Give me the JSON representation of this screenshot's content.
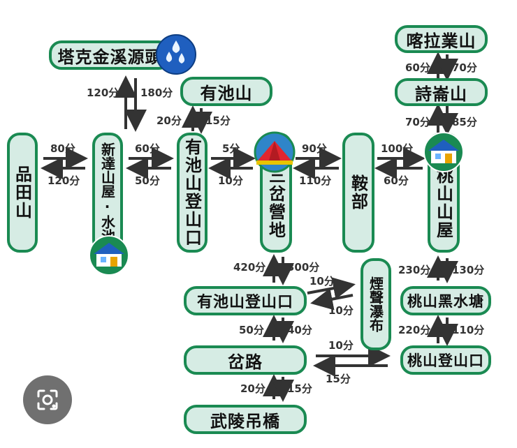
{
  "nodes": {
    "takejin": "塔克金溪源頭",
    "youchishan": "有池山",
    "kalayeshan": "喀拉業山",
    "shijianshan": "詩崙山",
    "pintianshan": "品田山",
    "xindahut": "新達山屋·水池",
    "youchitrailhead_v": "有池山登山口",
    "sanchayingdi": "三岔營地",
    "jiaobu": "鞍部",
    "taoshanhut": "桃山山屋",
    "youchitrailhead_h": "有池山登山口",
    "yansheng": "煙聲瀑布",
    "taoshanheishuitang": "桃山黑水塘",
    "chalu": "岔路",
    "taoshantrailhead": "桃山登山口",
    "wulingbridge": "武陵吊橋"
  },
  "times": {
    "takejin_up": "120分",
    "takejin_down": "180分",
    "pintian_top": "80分",
    "pintian_bottom": "120分",
    "xinda_top": "60分",
    "xinda_bottom": "50分",
    "youchi_up": "20分",
    "youchi_down": "15分",
    "sancha_top": "5分",
    "sancha_bottom": "10分",
    "jiaobu_top": "90分",
    "jiaobu_bottom": "110分",
    "taoshan_top": "100分",
    "taoshan_bottom": "60分",
    "kala_left": "60分",
    "kala_right": "70分",
    "shijian_left": "70分",
    "shijian_right": "85分",
    "sancha_down_left": "420分",
    "sancha_down_right": "300分",
    "yansheng_top": "10分",
    "yansheng_bottom": "10分",
    "heishui_left": "230分",
    "heishui_right": "130分",
    "trailhead_left": "50分",
    "trailhead_right": "40分",
    "taoshan_th_left": "220分",
    "taoshan_th_right": "110分",
    "chalu_top": "10分",
    "chalu_bottom": "15分",
    "bridge_left": "20分",
    "bridge_right": "15分"
  },
  "icons": [
    "water-drops-icon",
    "tent-icon",
    "hut-icon",
    "camera-lens-icon"
  ],
  "colors": {
    "node_fill": "#d6ece4",
    "node_border": "#1a8a52",
    "arrow": "#333333",
    "icon_blue": "#1f5fbf"
  }
}
